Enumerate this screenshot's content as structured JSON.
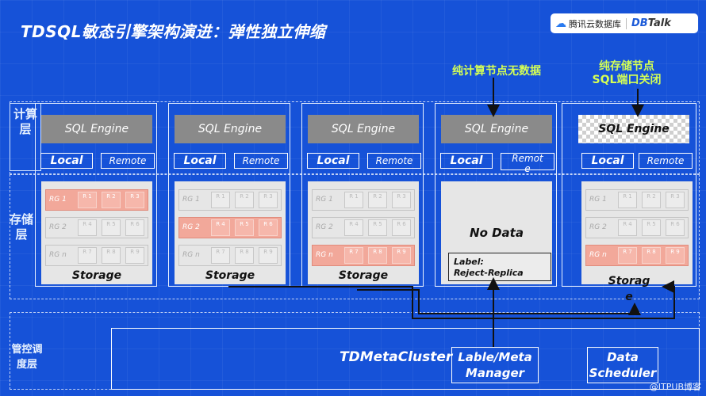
{
  "title": "TDSQL敏态引擎架构演进：弹性独立伸缩",
  "brand": {
    "cloud_text": "腾讯云数据库",
    "db_text": "DB",
    "talk_text": "Talk"
  },
  "layers": {
    "compute": "计算层",
    "storage": "存储层",
    "mgmt": "管控调度层"
  },
  "notes": {
    "compute_only": "纯计算节点无数据",
    "storage_only_l1": "纯存储节点",
    "storage_only_l2": "SQL端口关闭"
  },
  "engine_label": "SQL Engine",
  "local_label": "Local",
  "remote_label": "Remote",
  "remote_wrapped": {
    "l1": "Remot",
    "l2": "e"
  },
  "storage_label": "Storage",
  "rg_labels": [
    "RG 1",
    "RG 2",
    "RG n"
  ],
  "cells": [
    [
      "R 1",
      "R 2",
      "R 3"
    ],
    [
      "R 4",
      "R 5",
      "R 6"
    ],
    [
      "R 7",
      "R 8",
      "R 9"
    ]
  ],
  "no_data": "No Data",
  "reject": {
    "l1": "Label:",
    "l2": "Reject-Replica"
  },
  "storag_wrapped": {
    "l1": "Storag",
    "l2": "e"
  },
  "mgmt": {
    "cluster": "TDMetaCluster",
    "meta_l1": "Lable/Meta",
    "meta_l2": "Manager",
    "sched_l1": "Data",
    "sched_l2": "Scheduler"
  },
  "watermark": "@ITPUB博客",
  "colors": {
    "background": "#1652d8",
    "note": "#d4ff55",
    "highlight": "#f2a89a",
    "engine": "#8a8a8a"
  }
}
